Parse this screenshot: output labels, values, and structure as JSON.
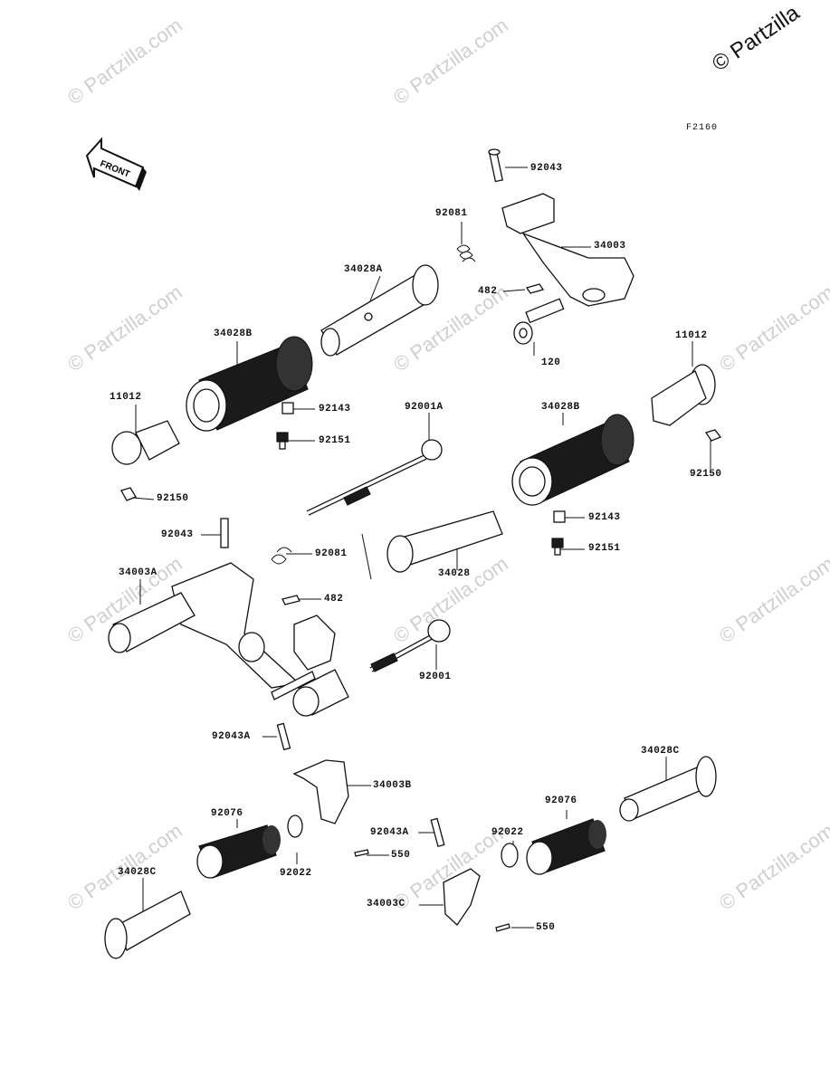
{
  "watermark": "© Partzilla.com",
  "copyright": "© Partzilla",
  "figure_code": "F2160",
  "front_label": "FRONT",
  "labels": {
    "l92043_top": "92043",
    "l92081_top": "92081",
    "l34003": "34003",
    "l34028A": "34028A",
    "l482_top": "482",
    "l34028B_left": "34028B",
    "l120": "120",
    "l11012_right": "11012",
    "l11012_left": "11012",
    "l92143_left": "92143",
    "l92001A": "92001A",
    "l34028B_right": "34028B",
    "l92151_left": "92151",
    "l92150_right": "92150",
    "l92150_left": "92150",
    "l92143_right": "92143",
    "l92043_mid": "92043",
    "l92081_mid": "92081",
    "l92151_right": "92151",
    "l34003A": "34003A",
    "l34028": "34028",
    "l482_mid": "482",
    "l92001": "92001",
    "l92043A_left": "92043A",
    "l34028C_right": "34028C",
    "l34003B": "34003B",
    "l92076_left": "92076",
    "l92076_right": "92076",
    "l92043A_right": "92043A",
    "l92022_right": "92022",
    "l550_left": "550",
    "l92022_left": "92022",
    "l34028C_left": "34028C",
    "l34003C": "34003C",
    "l550_right": "550"
  }
}
